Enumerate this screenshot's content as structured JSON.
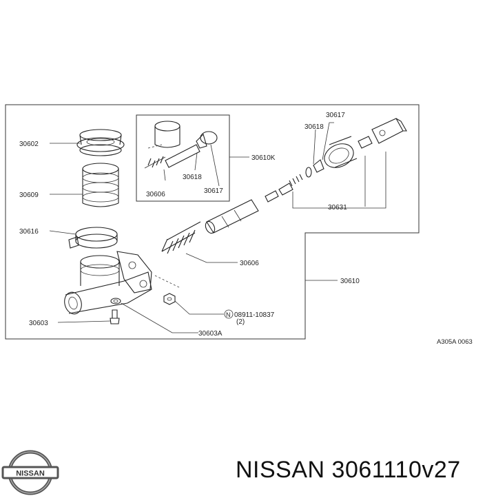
{
  "diagram": {
    "labels": {
      "p30602": "30602",
      "p30609": "30609",
      "p30616": "30616",
      "p30603": "30603",
      "p30603A": "30603A",
      "p30606_kit": "30606",
      "p30618_kit": "30618",
      "p30617_kit": "30617",
      "p30610K": "30610K",
      "p30617": "30617",
      "p30618": "30618",
      "p30631": "30631",
      "p30606": "30606",
      "p30610": "30610",
      "nut_code": "08911-10837",
      "nut_symbol": "N",
      "nut_qty": "(2)",
      "figure_code": "A305A 0063"
    }
  },
  "brand": {
    "logo_text": "NISSAN",
    "part_caption": "NISSAN 3061110v27"
  }
}
